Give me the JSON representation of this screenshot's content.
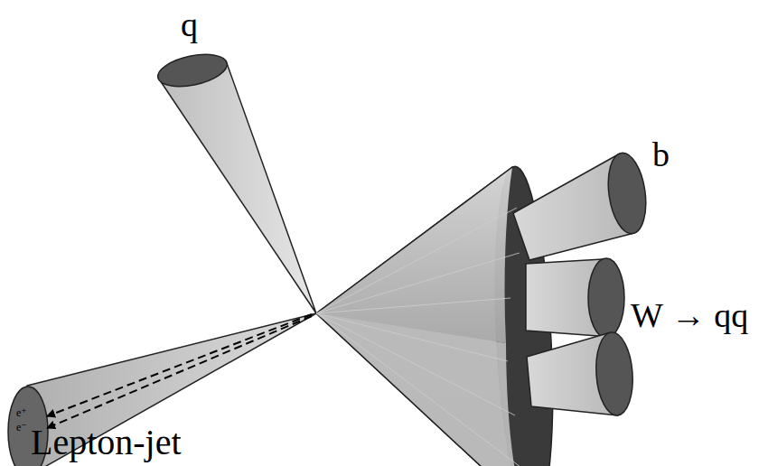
{
  "diagram": {
    "labels": [
      "q",
      "b",
      "W → qq",
      "Lepton-jet",
      "e⁺",
      "e⁻"
    ]
  }
}
